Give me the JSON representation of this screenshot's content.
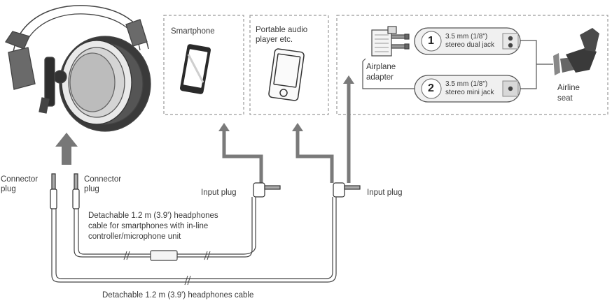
{
  "devices": {
    "smartphone": "Smartphone",
    "portable_player_line1": "Portable audio",
    "portable_player_line2": "player etc.",
    "airplane_adapter_line1": "Airplane",
    "airplane_adapter_line2": "adapter",
    "airline_seat_line1": "Airline",
    "airline_seat_line2": "seat"
  },
  "jacks": [
    {
      "number": "1",
      "line1": "3.5 mm (1/8\")",
      "line2": "stereo dual jack"
    },
    {
      "number": "2",
      "line1": "3.5 mm (1/8\")",
      "line2": "stereo mini jack"
    }
  ],
  "plugs": {
    "connector_left_line1": "Connector",
    "connector_left_line2": "plug",
    "connector_right_line1": "Connector",
    "connector_right_line2": "plug",
    "input_left": "Input plug",
    "input_right": "Input plug"
  },
  "cables": {
    "smartphone_cable_line1": "Detachable 1.2 m (3.9') headphones",
    "smartphone_cable_line2": "cable for smartphones with in-line",
    "smartphone_cable_line3": "controller/microphone unit",
    "standard_cable": "Detachable 1.2 m (3.9') headphones cable"
  },
  "colors": {
    "line": "#555555",
    "arrow": "#7a7a7a",
    "dashed_box": "#999999",
    "pill_bg": "#f0f0f0"
  }
}
